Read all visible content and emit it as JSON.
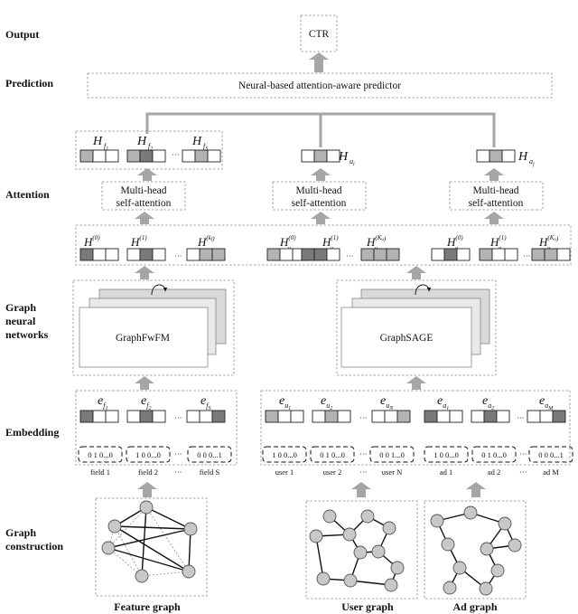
{
  "stages": {
    "output": "Output",
    "prediction": "Prediction",
    "attention": "Attention",
    "gnn_1": "Graph",
    "gnn_2": "neural",
    "gnn_3": "networks",
    "embedding": "Embedding",
    "construction_1": "Graph",
    "construction_2": "construction"
  },
  "output_box": "CTR",
  "predictor_box": "Neural-based attention-aware predictor",
  "attention_box": {
    "line1": "Multi-head",
    "line2": "self-attention"
  },
  "gnn": {
    "feature": "GraphFwFM",
    "user": "GraphSAGE"
  },
  "onehot": {
    "field1": "0 1 0...0",
    "field2": "1 0 0...0",
    "fieldS": "0 0 0...1",
    "user1": "1 0 0...0",
    "user2": "0 1 0...0",
    "userN": "0 0 1...0",
    "ad1": "1 0 0...0",
    "ad2": "0 1 0...0",
    "adM": "0 0 0...1"
  },
  "input_labels": {
    "field1": "field 1",
    "field2": "field 2",
    "fieldS": "field S",
    "user1": "user 1",
    "user2": "user 2",
    "userN": "user N",
    "ad1": "ad 1",
    "ad2": "ad 2",
    "adM": "ad M"
  },
  "graph_titles": {
    "feature": "Feature graph",
    "user": "User graph",
    "ad": "Ad graph"
  },
  "ellipsis": "···",
  "colors": {
    "arrow": "#a6a6a6",
    "node": "#c8c8c8",
    "dark_cell": "#7a7a7a",
    "mid_cell": "#b3b3b3",
    "light_cell": "#dcdcdc"
  }
}
